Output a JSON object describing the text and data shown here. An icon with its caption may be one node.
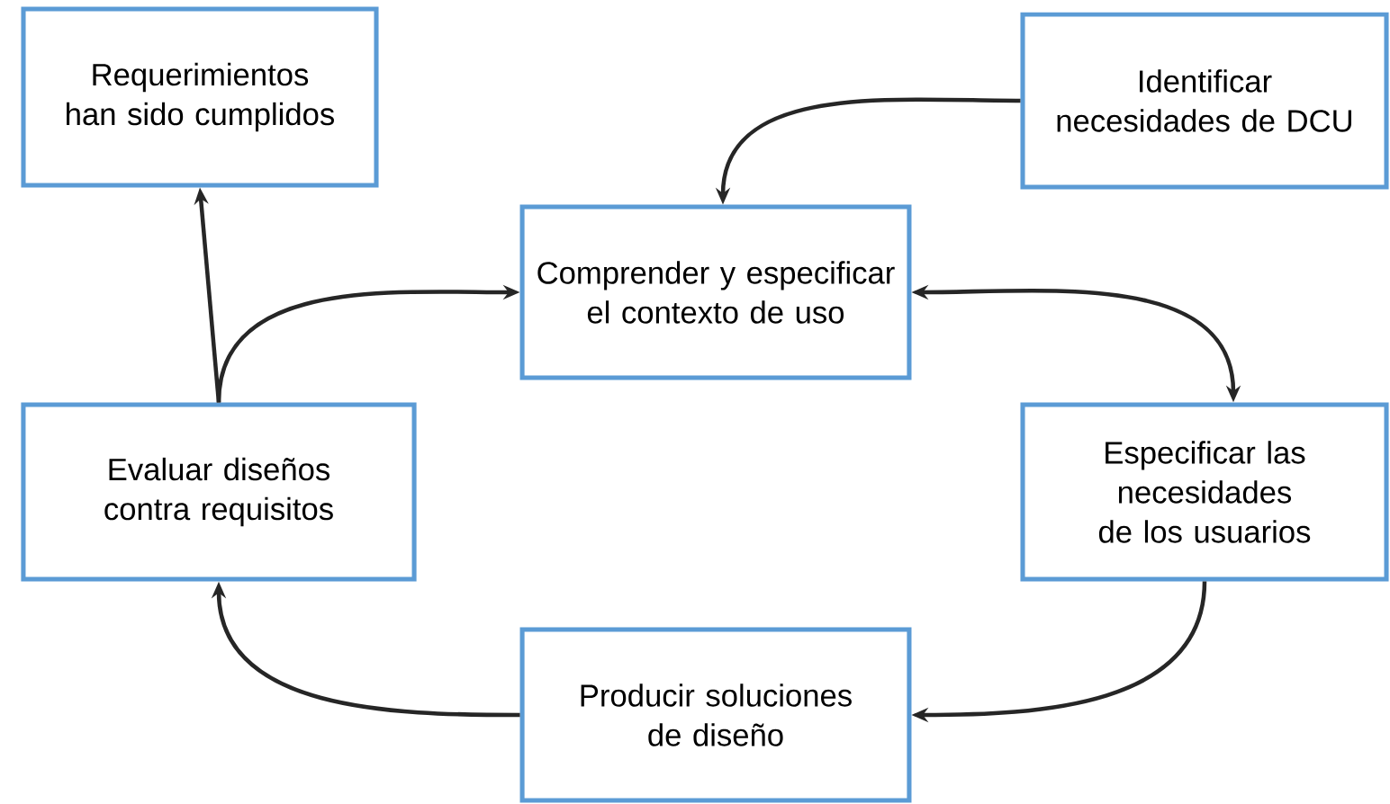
{
  "diagram": {
    "nodes": [
      {
        "text": [
          "Requerimientos han sido cumplidos"
        ]
      },
      {
        "text": [
          "Identificar necesidades de DCU"
        ]
      },
      {
        "text": [
          "Comprender y especificar el contexto de uso"
        ]
      },
      {
        "text": [
          "Evaluar diseños contra requisitos"
        ]
      },
      {
        "text": [
          "Especificar las necesidades de los usuarios"
        ]
      },
      {
        "text": [
          "Producir soluciones de diseño"
        ]
      }
    ],
    "edges": [
      {
        "from": 1,
        "to": 2,
        "arrow": "to"
      },
      {
        "from": 2,
        "to": 4,
        "arrow": "both"
      },
      {
        "from": 4,
        "to": 5,
        "arrow": "to"
      },
      {
        "from": 5,
        "to": 3,
        "arrow": "to"
      },
      {
        "from": 3,
        "to": 2,
        "arrow": "to"
      },
      {
        "from": 3,
        "to": 0,
        "arrow": "to"
      }
    ]
  }
}
